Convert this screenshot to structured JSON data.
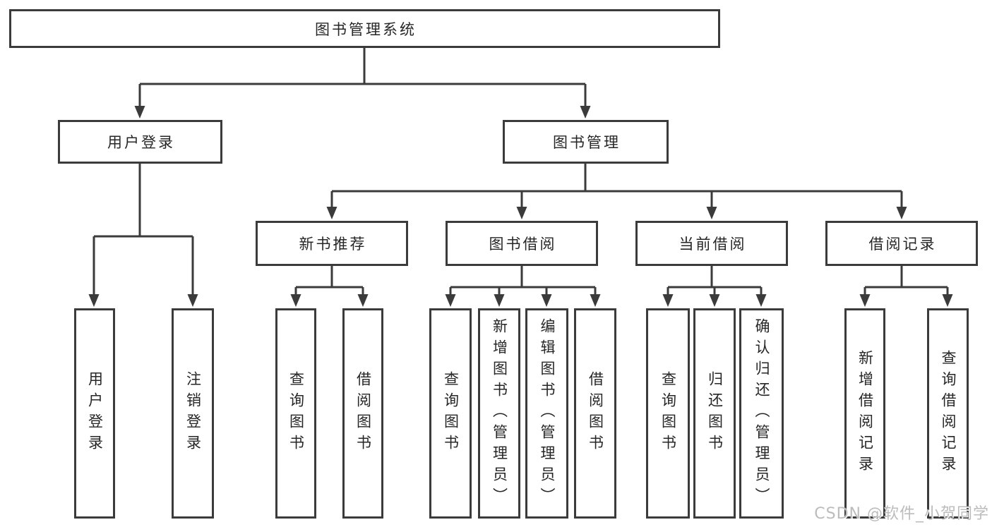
{
  "tree": {
    "label": "图书管理系统",
    "children": [
      {
        "label": "用户登录",
        "children": [
          {
            "label": "用户登录"
          },
          {
            "label": "注销登录"
          }
        ]
      },
      {
        "label": "图书管理",
        "children": [
          {
            "label": "新书推荐",
            "children": [
              {
                "label": "查询图书"
              },
              {
                "label": "借阅图书"
              }
            ]
          },
          {
            "label": "图书借阅",
            "children": [
              {
                "label": "查询图书"
              },
              {
                "label": "新增图书（管理员）"
              },
              {
                "label": "编辑图书（管理员）"
              },
              {
                "label": "借阅图书"
              }
            ]
          },
          {
            "label": "当前借阅",
            "children": [
              {
                "label": "查询图书"
              },
              {
                "label": "归还图书"
              },
              {
                "label": "确认归还（管理员）"
              }
            ]
          },
          {
            "label": "借阅记录",
            "children": [
              {
                "label": "新增借阅记录"
              },
              {
                "label": "查询借阅记录"
              }
            ]
          }
        ]
      }
    ]
  },
  "watermark": "CSDN @软件_小贺同学",
  "colors": {
    "line": "#3b3b3b",
    "text": "#262626",
    "watermark": "#bcbcbc",
    "background": "#ffffff"
  }
}
